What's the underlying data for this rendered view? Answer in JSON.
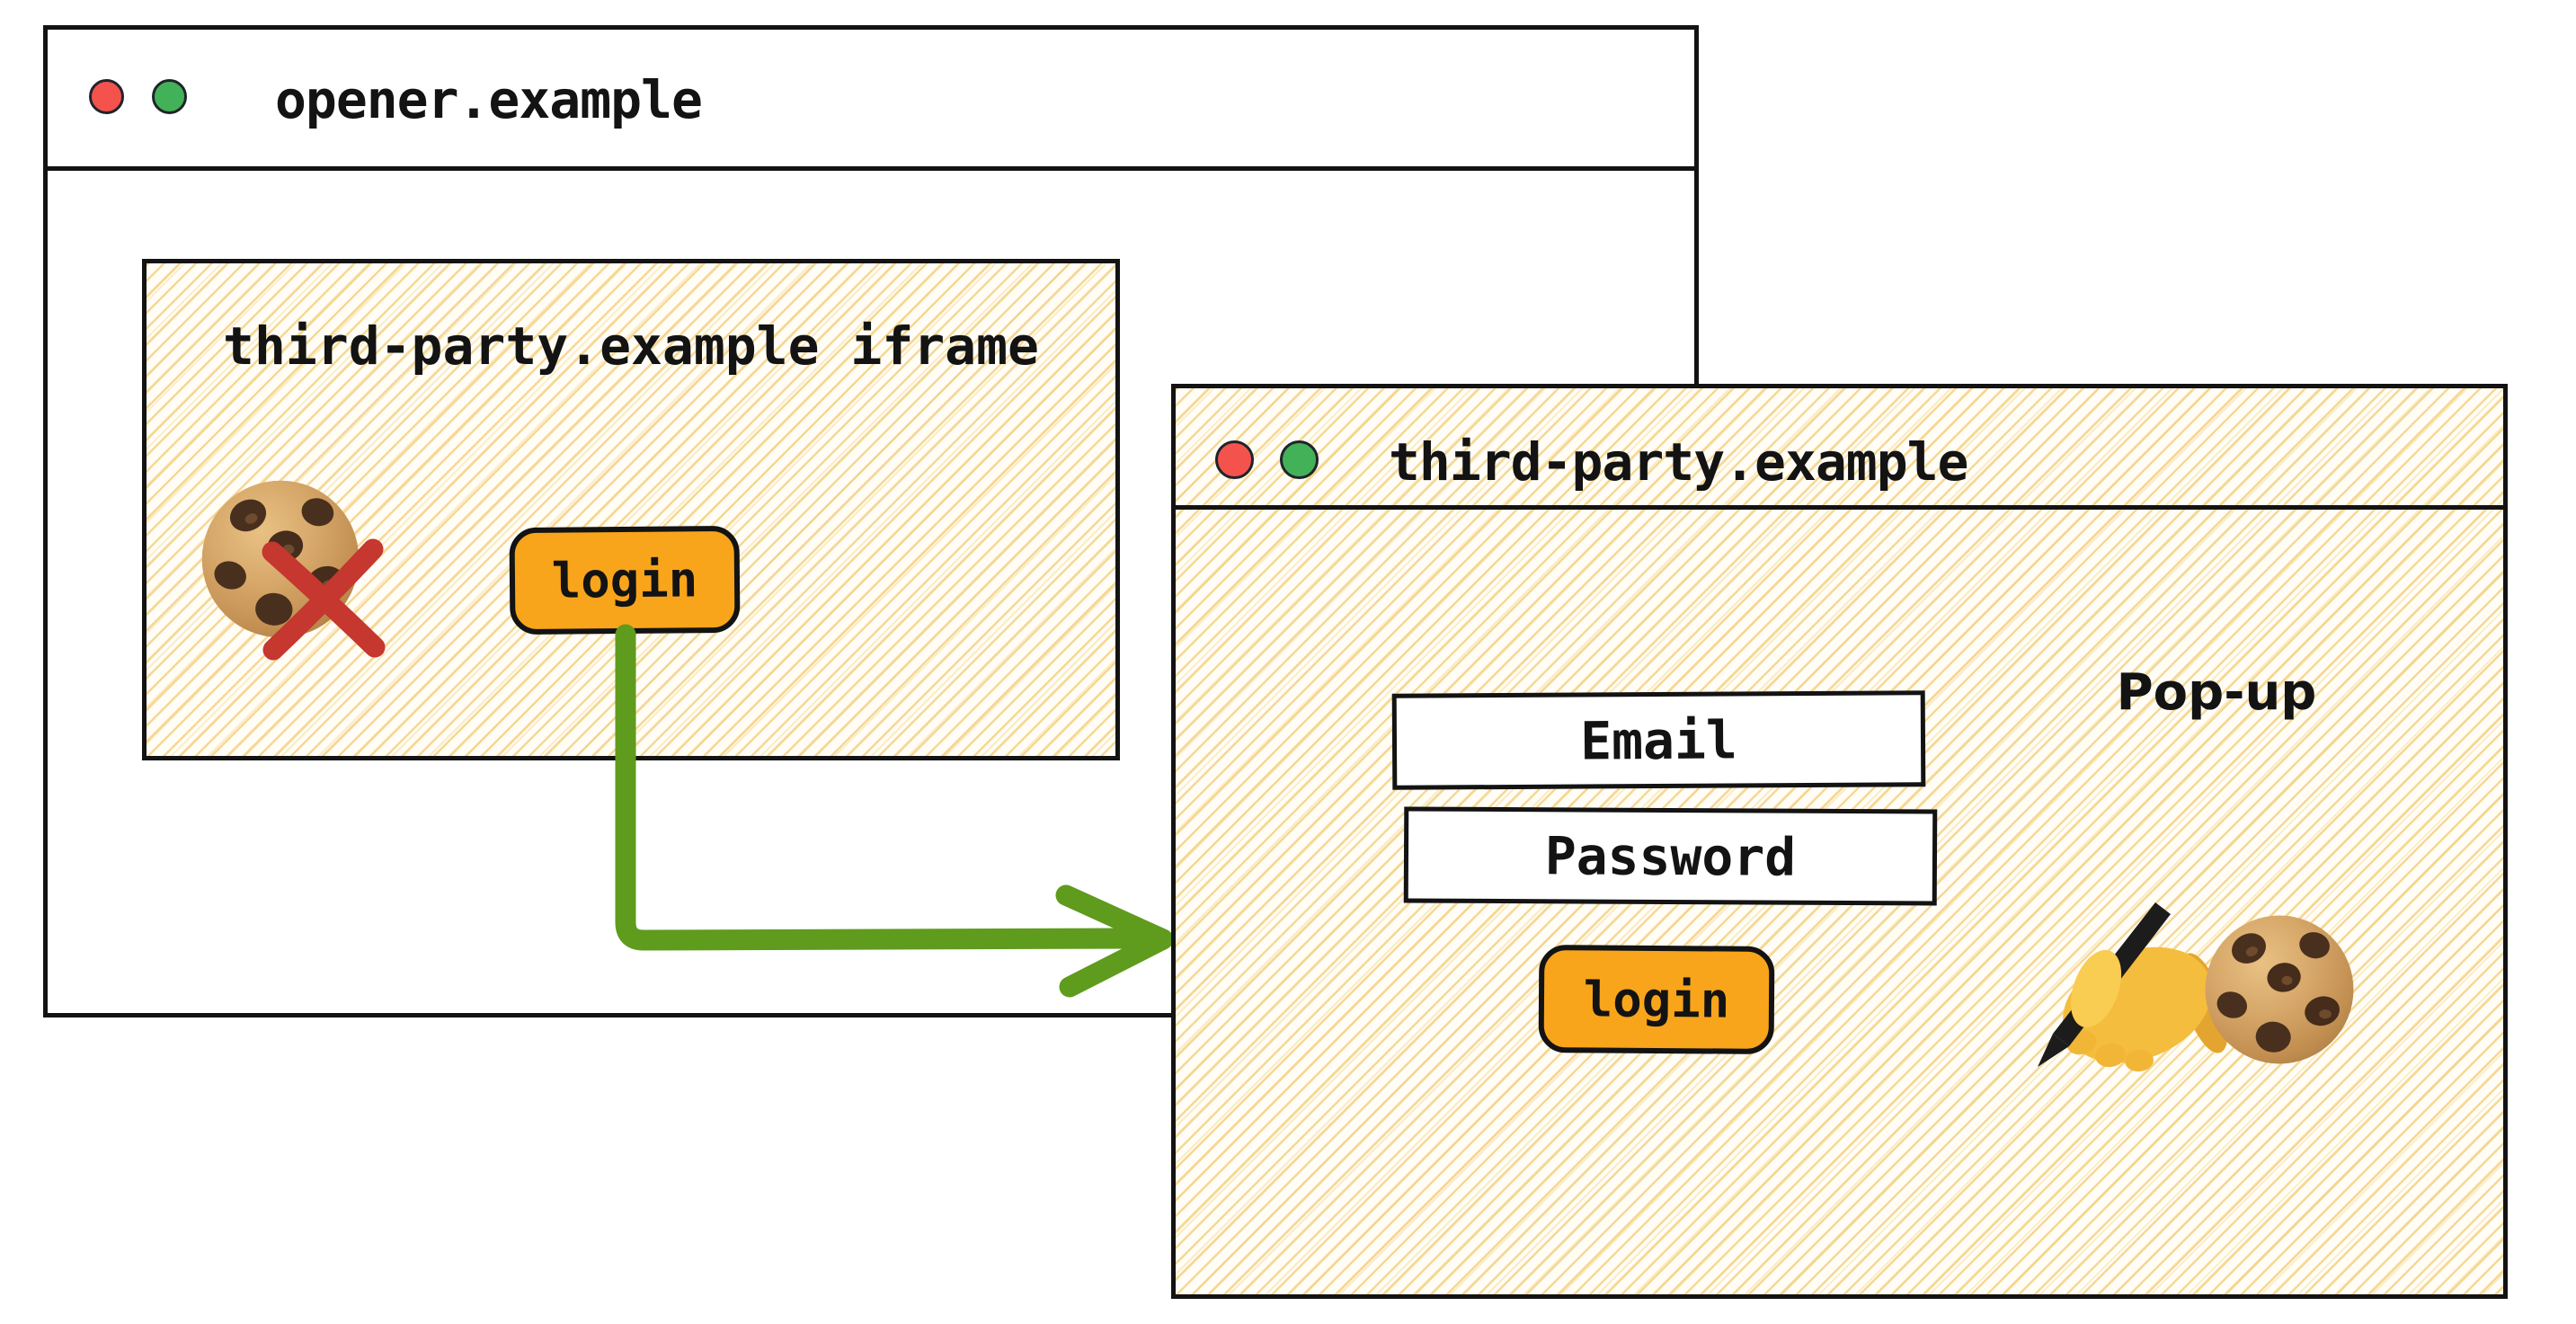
{
  "opener_window": {
    "title": "opener.example",
    "traffic_lights": [
      "red",
      "green"
    ],
    "iframe": {
      "title": "third-party.example iframe",
      "login_button_label": "login",
      "icons": {
        "blocked_cookie": "cookie-with-red-cross-icon"
      }
    }
  },
  "popup_window": {
    "title": "third-party.example",
    "traffic_lights": [
      "red",
      "green"
    ],
    "annotation": "Pop-up",
    "fields": [
      {
        "label": "Email"
      },
      {
        "label": "Password"
      }
    ],
    "login_button_label": "login",
    "icons": {
      "signing": "writing-hand-icon",
      "cookie": "cookie-icon"
    }
  },
  "arrow": {
    "from": "iframe-login-button",
    "to": "popup-window",
    "color": "#5f9b1d"
  },
  "colors": {
    "ink": "#131313",
    "button_orange": "#f8a51b",
    "arrow_green": "#5f9b1d",
    "blocked_red": "#c5372f",
    "traffic_red": "#f4524d",
    "traffic_green": "#43b157",
    "hatch_yellow": "#f3cd7a",
    "paper": "#ffffff"
  }
}
